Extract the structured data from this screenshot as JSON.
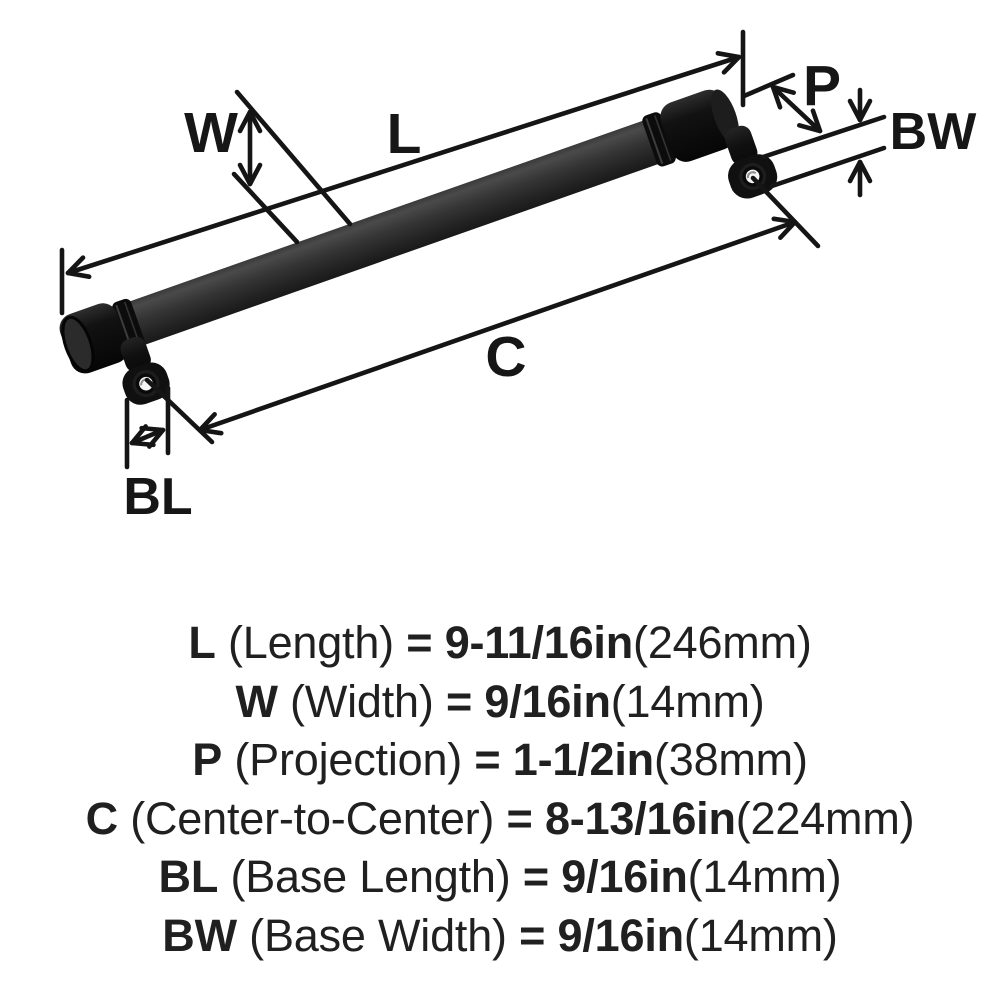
{
  "diagram": {
    "labels": {
      "length": "L",
      "width": "W",
      "projection": "P",
      "base_width": "BW",
      "center_to_center": "C",
      "base_length": "BL"
    },
    "part": "bar-pull-handle",
    "colors": {
      "line": "#151515",
      "text": "#202020",
      "bar_highlight": "#4a4a4a",
      "bar_dark": "#161616",
      "cap": "#0b0b0b",
      "screw_hole": "#f4f4f4"
    }
  },
  "specs": {
    "rows": [
      {
        "abbr": "L",
        "name": "(Length)",
        "equals": "=",
        "value": "9-11/16in",
        "metric": "(246mm)"
      },
      {
        "abbr": "W",
        "name": "(Width)",
        "equals": "=",
        "value": "9/16in",
        "metric": "(14mm)"
      },
      {
        "abbr": "P",
        "name": "(Projection)",
        "equals": "=",
        "value": "1-1/2in",
        "metric": "(38mm)"
      },
      {
        "abbr": "C",
        "name": "(Center-to-Center)",
        "equals": "=",
        "value": "8-13/16in",
        "metric": "(224mm)"
      },
      {
        "abbr": "BL",
        "name": "(Base Length)",
        "equals": "=",
        "value": "9/16in",
        "metric": "(14mm)"
      },
      {
        "abbr": "BW",
        "name": "(Base Width)",
        "equals": "=",
        "value": "9/16in",
        "metric": "(14mm)"
      }
    ]
  }
}
